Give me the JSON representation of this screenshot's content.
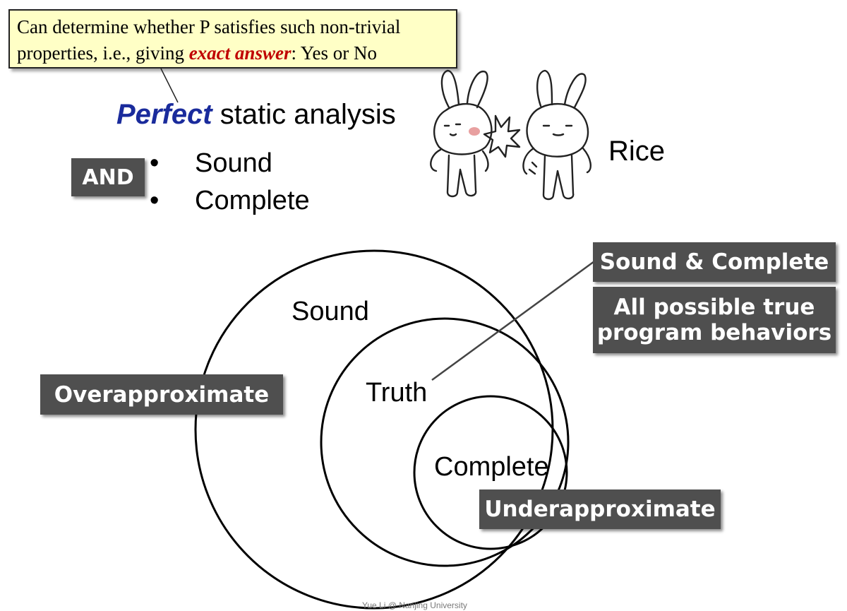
{
  "callout": {
    "line1": "Can determine whether P satisfies such non-trivial",
    "line2_prefix": "properties, i.e., giving ",
    "line2_emphasis": "exact answer",
    "line2_suffix": ": Yes or No"
  },
  "heading": {
    "emphasis": "Perfect",
    "rest": " static analysis"
  },
  "and_box": "AND",
  "bullets": [
    {
      "marker": "•",
      "text": "Sound"
    },
    {
      "marker": "•",
      "text": "Complete"
    }
  ],
  "rice_label": "Rice",
  "diagram": {
    "outer": "Sound",
    "middle": "Truth",
    "inner": "Complete"
  },
  "boxes": {
    "sound_complete": "Sound & Complete",
    "true_behaviors_1": "All possible true",
    "true_behaviors_2": "program behaviors",
    "overapprox": "Overapproximate",
    "underapprox": "Underapproximate"
  },
  "footer": "Yue Li @ Nanjing University",
  "colors": {
    "callout_bg": "#ffffc6",
    "emphasis_red": "#c00000",
    "emphasis_blue": "#1a2b9c",
    "box_bg": "#4f4f4f"
  }
}
